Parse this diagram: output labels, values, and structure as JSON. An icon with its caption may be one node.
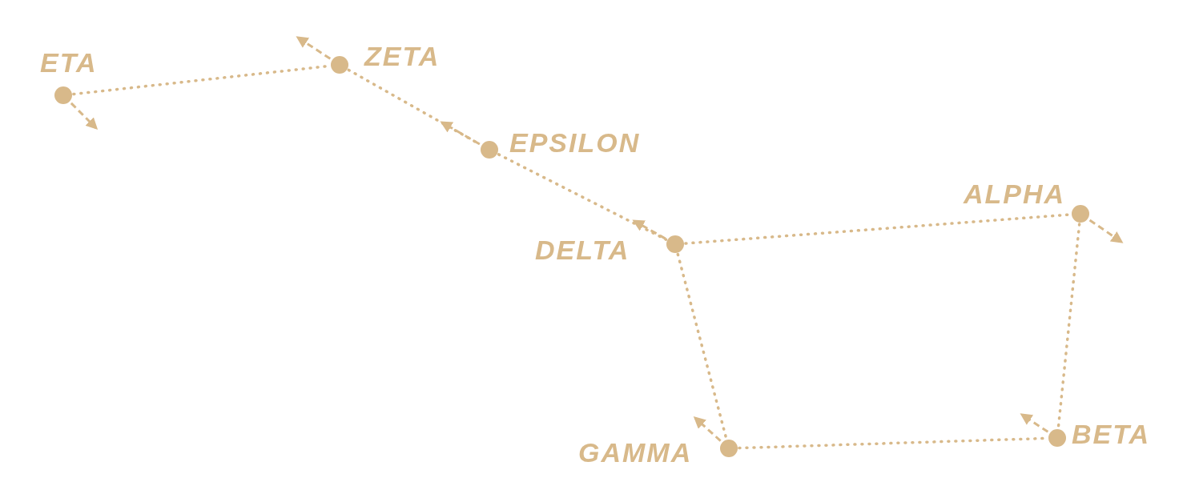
{
  "diagram": {
    "nodes": [
      {
        "text": [
          "ETA"
        ]
      },
      {
        "text": [
          "ZETA"
        ]
      },
      {
        "text": [
          "EPSILON"
        ]
      },
      {
        "text": [
          "DELTA"
        ]
      },
      {
        "text": [
          "ALPHA"
        ]
      },
      {
        "text": [
          "GAMMA"
        ]
      },
      {
        "text": [
          "BETA"
        ]
      }
    ],
    "edges": [
      {
        "from": 0,
        "to": 1,
        "arrow": "none"
      },
      {
        "from": 1,
        "to": 2,
        "arrow": "none"
      },
      {
        "from": 2,
        "to": 3,
        "arrow": "none"
      },
      {
        "from": 3,
        "to": 4,
        "arrow": "none"
      },
      {
        "from": 3,
        "to": 5,
        "arrow": "none"
      },
      {
        "from": 4,
        "to": 6,
        "arrow": "none"
      },
      {
        "from": 5,
        "to": 6,
        "arrow": "none"
      }
    ]
  }
}
